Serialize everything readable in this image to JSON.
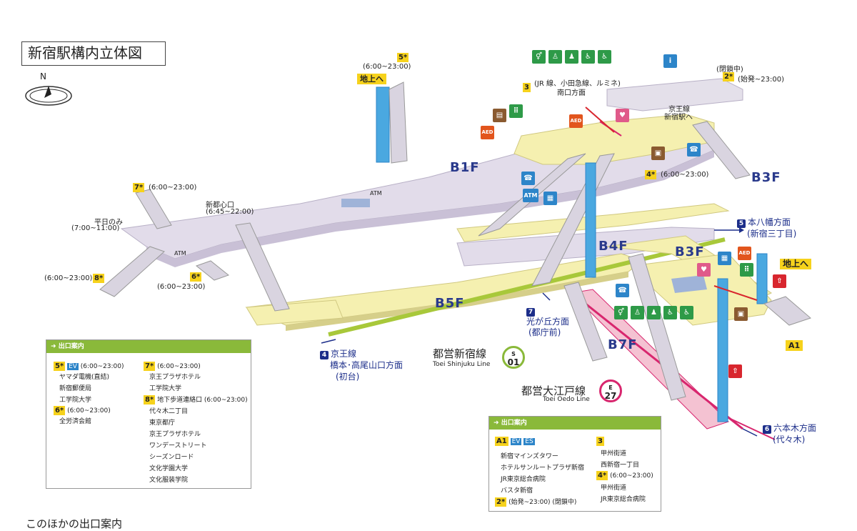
{
  "title": "新宿駅構内立体図",
  "compass": {
    "north": "N"
  },
  "floors": {
    "b1f": "B1F",
    "b3f_right": "B3F",
    "b3f_mid": "B3F",
    "b4f": "B4F",
    "b5f": "B5F",
    "b7f": "B7F"
  },
  "exits": {
    "exit5": {
      "num": "5*",
      "hours": "(6:00~23:00)",
      "note": "地上へ"
    },
    "exit3": {
      "num": "3",
      "dir": "(JR 線、小田急線、ルミネ)",
      "dir2": "南口方面"
    },
    "exit2": {
      "num": "2*",
      "status": "(閉鎖中)",
      "hours": "(始発~23:00)"
    },
    "keio_new": {
      "line1": "京王線",
      "line2": "新宿駅へ"
    },
    "exit7": {
      "num": "7*",
      "hours": "(6:00~23:00)"
    },
    "shintoshin": {
      "line1": "新都心口",
      "hours": "(6:45~22:00)"
    },
    "weekday": {
      "line1": "平日のみ",
      "hours": "(7:00~11:00)"
    },
    "exit8": {
      "num": "8*",
      "hours": "(6:00~23:00)"
    },
    "exit6": {
      "num": "6*",
      "hours": "(6:00~23:00)"
    },
    "exit4": {
      "num": "4*",
      "hours": "(6:00~23:00)"
    },
    "a1": {
      "num": "A1",
      "note": "地上へ"
    }
  },
  "atm": "ATM",
  "directions": {
    "motoyawata": {
      "num": "5",
      "line1": "本八幡方面",
      "line2": "(新宿三丁目)"
    },
    "hikarigaoka": {
      "num": "7",
      "line1": "光が丘方面",
      "line2": "(都庁前)"
    },
    "keio": {
      "num": "4",
      "line1": "京王線",
      "line2": "橋本･高尾山口方面",
      "line3": "(初台)"
    },
    "roppongi": {
      "num": "6",
      "line1": "六本木方面",
      "line2": "(代々木)"
    }
  },
  "lines": {
    "shinjuku": {
      "name": "都営新宿線",
      "en": "Toei Shinjuku Line",
      "code_top": "S",
      "code_num": "01",
      "color": "#8ab93a"
    },
    "oedo": {
      "name": "都営大江戸線",
      "en": "Toei Oedo Line",
      "code_top": "E",
      "code_num": "27",
      "color": "#d8266e"
    }
  },
  "legend_left": {
    "header": "出口案内",
    "col1": [
      {
        "num": "5*",
        "badge": "EV",
        "text": "(6:00~23:00)"
      },
      {
        "text": "ヤマダ電機(直結)"
      },
      {
        "text": "新宿郵便局"
      },
      {
        "text": "工学院大学"
      },
      {
        "num": "6*",
        "text": "(6:00~23:00)"
      },
      {
        "text": "全労済会館"
      }
    ],
    "col2": [
      {
        "num": "7*",
        "text": "(6:00~23:00)"
      },
      {
        "text": "京王プラザホテル"
      },
      {
        "text": "工学院大学"
      },
      {
        "num": "8*",
        "text": "地下歩道連絡口 (6:00~23:00)"
      },
      {
        "text": "代々木二丁目"
      },
      {
        "text": "東京都庁"
      },
      {
        "text": "京王プラザホテル"
      },
      {
        "text": "ワンデーストリート"
      },
      {
        "text": "シーズンロード"
      },
      {
        "text": "文化学園大学"
      },
      {
        "text": "文化服装学院"
      }
    ]
  },
  "legend_right": {
    "header": "出口案内",
    "col1": [
      {
        "num": "A1",
        "badge": "EV",
        "badge2": "ES"
      },
      {
        "text": "新宿マインズタワー"
      },
      {
        "text": "ホテルサンルートプラザ新宿"
      },
      {
        "text": "JR東京総合病院"
      },
      {
        "text": "バスタ新宿"
      },
      {
        "num": "2*",
        "text": "(始発~23:00) (閉鎖中)"
      }
    ],
    "col2": [
      {
        "num": "3"
      },
      {
        "text": "甲州街道"
      },
      {
        "text": "西新宿一丁目"
      },
      {
        "num": "4*",
        "text": "(6:00~23:00)"
      },
      {
        "text": "甲州街道"
      },
      {
        "text": "JR東京総合病院"
      }
    ]
  },
  "bottom_text": "このほかの出口案内"
}
